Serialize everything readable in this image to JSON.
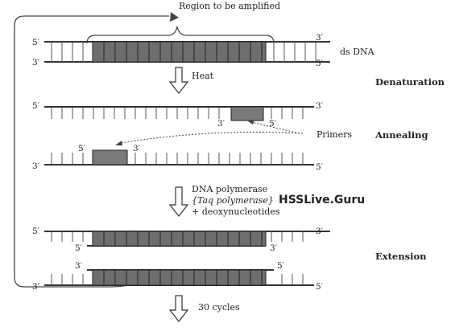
{
  "title": "Region to be amplified",
  "ds_dna_label": "ds DNA",
  "heat_label": "Heat",
  "primers_label": "Primers",
  "polymerase_lines": [
    "DNA polymerase",
    "{Taq polymerase}",
    "+ deoxynucleotides"
  ],
  "cycles_label": "30 cycles",
  "watermark": "HSSLive.Guru",
  "stages": {
    "denaturation": "Denaturation",
    "annealing": "Annealing",
    "extension": "Extension"
  },
  "ends": {
    "five_prime": "5′",
    "three_prime": "3′"
  },
  "colors": {
    "region": "#6e6e6e",
    "primer": "#7a7a7a",
    "strand": "#333333",
    "watermark": "#7a2f9a"
  }
}
